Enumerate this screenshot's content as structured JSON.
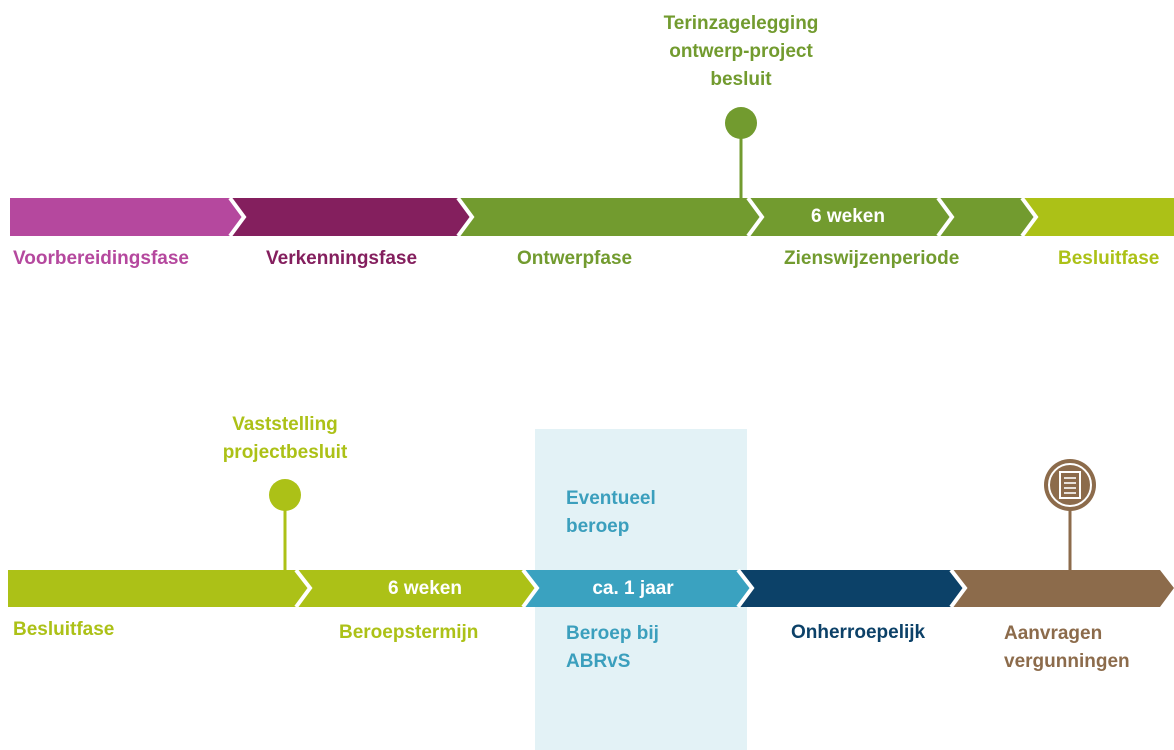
{
  "colors": {
    "magenta": "#b5489e",
    "purple": "#841f5e",
    "green": "#729b2f",
    "lime": "#acc117",
    "teal": "#3aa2c0",
    "teal_text": "#3b9fbd",
    "navy": "#0c4168",
    "brown": "#8c6b4b",
    "highlight_bg": "#e3f2f6"
  },
  "row1": {
    "milestone": "Terinzagelegging\nontwerp-project\nbesluit",
    "bar_label_6weken": "6 weken",
    "phases": [
      "Voorbereidingsfase",
      "Verkenningsfase",
      "Ontwerpfase",
      "Zienswijzenperiode",
      "Besluitfase"
    ]
  },
  "row2": {
    "milestone": "Vaststelling\nprojectbesluit",
    "bar_label_6weken": "6 weken",
    "bar_label_jaar": "ca. 1 jaar",
    "highlight_label": "Eventueel\nberoep",
    "phases": [
      "Besluitfase",
      "Beroepstermijn",
      "Beroep bij\nABRvS",
      "Onherroepelijk",
      "Aanvragen\nvergunningen"
    ],
    "end_icon": "document-list-icon"
  }
}
